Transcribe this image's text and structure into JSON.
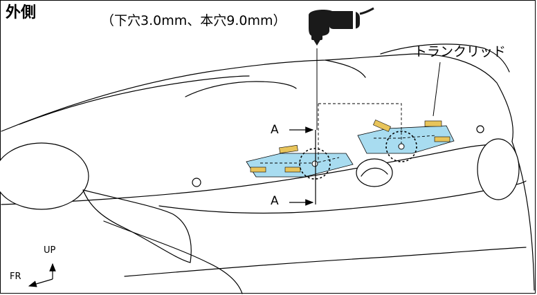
{
  "labels": {
    "view": "外側",
    "drill_note": "（下穴3.0mm、本穴9.0mm）",
    "trunk_lid": "トランクリッド",
    "section_a": "A",
    "up": "UP",
    "fr": "FR"
  },
  "colors": {
    "tape": "#a8dcf0",
    "tab": "#e8c45a",
    "outline": "#000000",
    "drill_body": "#1a1a1a"
  },
  "icons": {
    "drill": "electric-drill-icon",
    "direction": "up-fr-axis-arrows"
  }
}
